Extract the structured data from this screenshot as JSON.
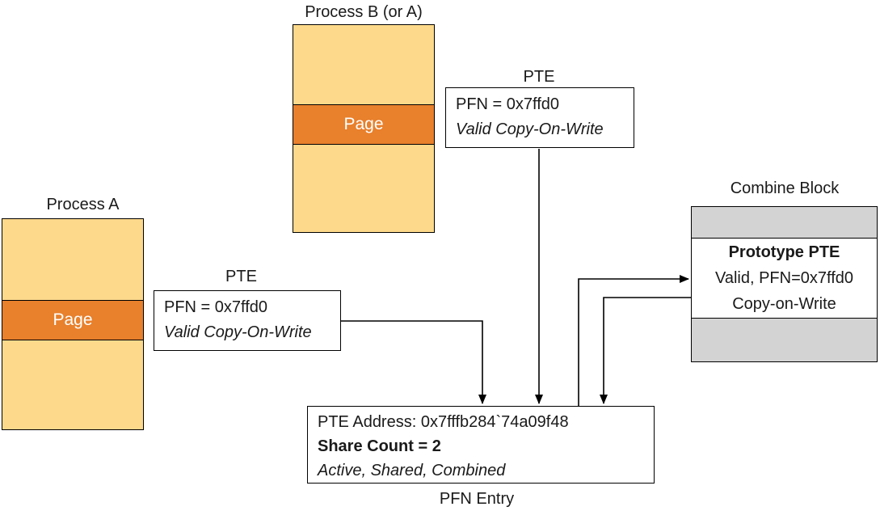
{
  "colors": {
    "process_fill": "#FDD98B",
    "page_fill": "#E8802C",
    "gray_fill": "#D3D3D3",
    "line_color": "#000000"
  },
  "process_b": {
    "title": "Process B (or A)",
    "page_label": "Page"
  },
  "process_a": {
    "title": "Process A",
    "page_label": "Page"
  },
  "pte_top": {
    "title": "PTE",
    "line1": "PFN = 0x7ffd0",
    "line2": "Valid Copy-On-Write"
  },
  "pte_left": {
    "title": "PTE",
    "line1": "PFN = 0x7ffd0",
    "line2": "Valid Copy-On-Write"
  },
  "combine_block": {
    "title": "Combine Block",
    "line1": "Prototype PTE",
    "line2": "Valid, PFN=0x7ffd0",
    "line3": "Copy-on-Write"
  },
  "pfn_entry": {
    "line1": "PTE Address: 0x7fffb284`74a09f48",
    "line2": "Share Count = 2",
    "line3": "Active, Shared, Combined",
    "caption": "PFN Entry"
  }
}
